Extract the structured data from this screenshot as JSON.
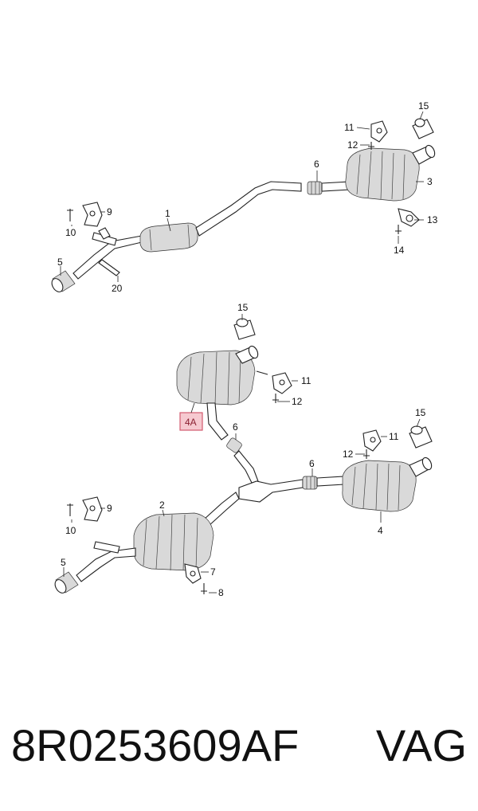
{
  "diagram": {
    "upper": {
      "labels": {
        "c1": "1",
        "c3": "3",
        "c5": "5",
        "c6": "6",
        "c9": "9",
        "c10": "10",
        "c11": "11",
        "c12": "12",
        "c13": "13",
        "c14": "14",
        "c15": "15",
        "c20": "20"
      }
    },
    "lower": {
      "labels": {
        "c2": "2",
        "c4": "4",
        "c4a": "4A",
        "c5": "5",
        "c6a": "6",
        "c6b": "6",
        "c7": "7",
        "c8": "8",
        "c9": "9",
        "c10": "10",
        "c11a": "11",
        "c11b": "11",
        "c12a": "12",
        "c12b": "12",
        "c15a": "15",
        "c15b": "15"
      },
      "highlighted_callout": "4A",
      "highlight_color": "#f6c9d0"
    }
  },
  "footer": {
    "part_number": "8R0253609AF",
    "brand": "VAG"
  }
}
